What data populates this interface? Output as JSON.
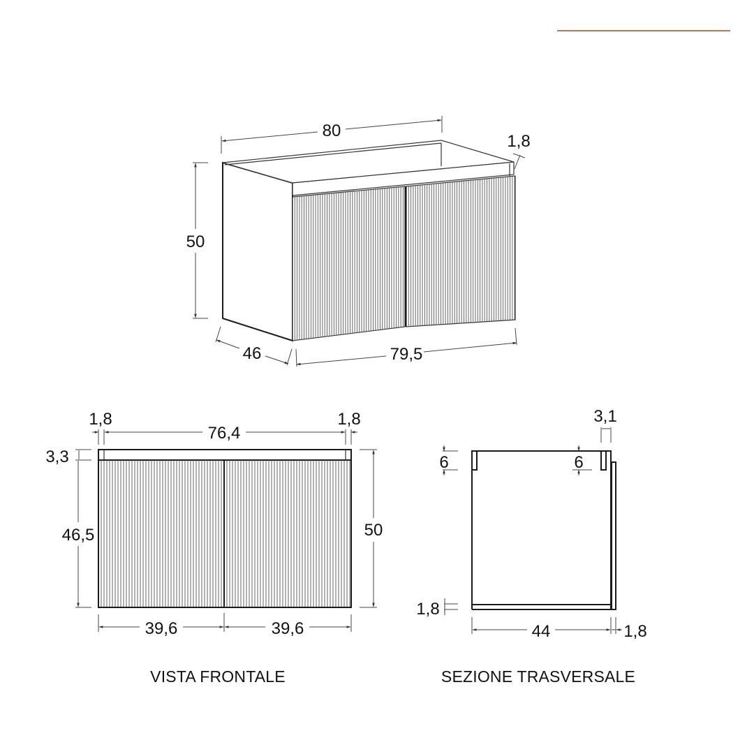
{
  "header": {
    "accent_rule_color": "#C9734A"
  },
  "isometric_view": {
    "dimensions": {
      "width_top": "80",
      "height": "50",
      "depth": "46",
      "front_width": "79,5",
      "top_edge_thickness": "1,8"
    }
  },
  "front_view": {
    "caption": "VISTA FRONTALE",
    "dimensions": {
      "left_side_thickness": "1,8",
      "inner_width": "76,4",
      "right_side_thickness": "1,8",
      "top_rail_height": "3,3",
      "door_height": "46,5",
      "total_height": "50",
      "left_door_width": "39,6",
      "right_door_width": "39,6"
    }
  },
  "cross_section": {
    "caption": "SEZIONE TRASVERSALE",
    "dimensions": {
      "back_rail_height": "6",
      "front_rail_height": "6",
      "door_gap_width": "3,1",
      "bottom_thickness": "1,8",
      "inner_depth": "44",
      "door_thickness": "1,8"
    }
  },
  "colors": {
    "line": "#1a1a1a",
    "dimension_line": "#444444",
    "background": "#ffffff"
  }
}
